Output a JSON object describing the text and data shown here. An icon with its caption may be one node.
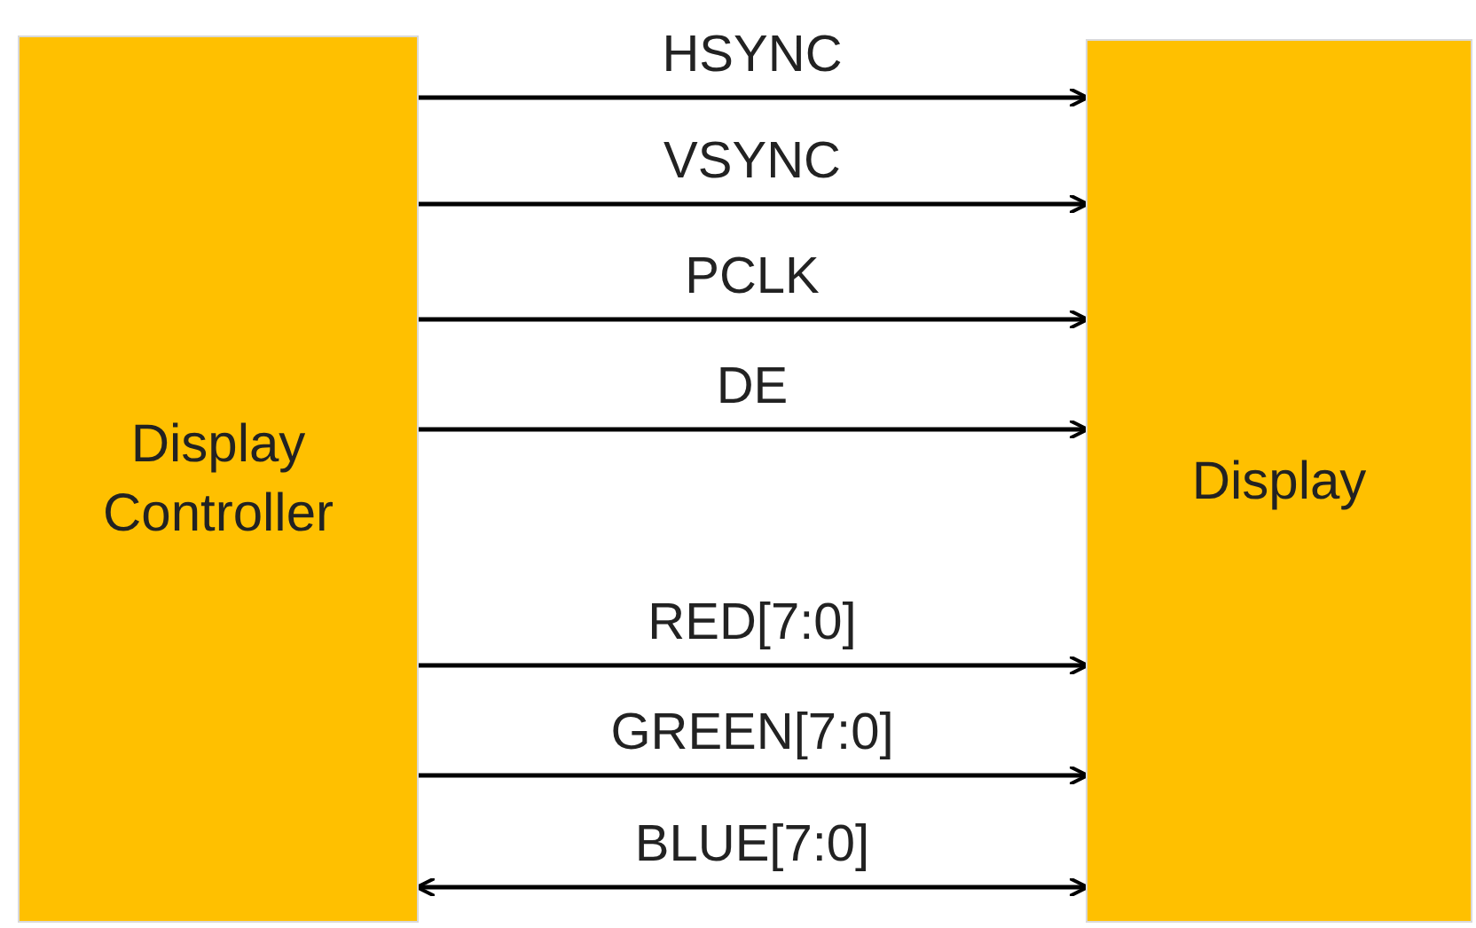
{
  "diagram": {
    "nodes": [
      {
        "text": [
          "Display Controller"
        ]
      },
      {
        "text": [
          "Display"
        ]
      }
    ],
    "edges": [
      {
        "from": 0,
        "to": 1,
        "arrow": "to",
        "label": "HSYNC"
      },
      {
        "from": 0,
        "to": 1,
        "arrow": "to",
        "label": "VSYNC"
      },
      {
        "from": 0,
        "to": 1,
        "arrow": "to",
        "label": "PCLK"
      },
      {
        "from": 0,
        "to": 1,
        "arrow": "to",
        "label": "DE"
      },
      {
        "from": 0,
        "to": 1,
        "arrow": "to",
        "label": "RED[7:0]"
      },
      {
        "from": 0,
        "to": 1,
        "arrow": "to",
        "label": "GREEN[7:0]"
      },
      {
        "from": 0,
        "to": 1,
        "arrow": "both",
        "label": "BLUE[7:0]"
      }
    ]
  }
}
